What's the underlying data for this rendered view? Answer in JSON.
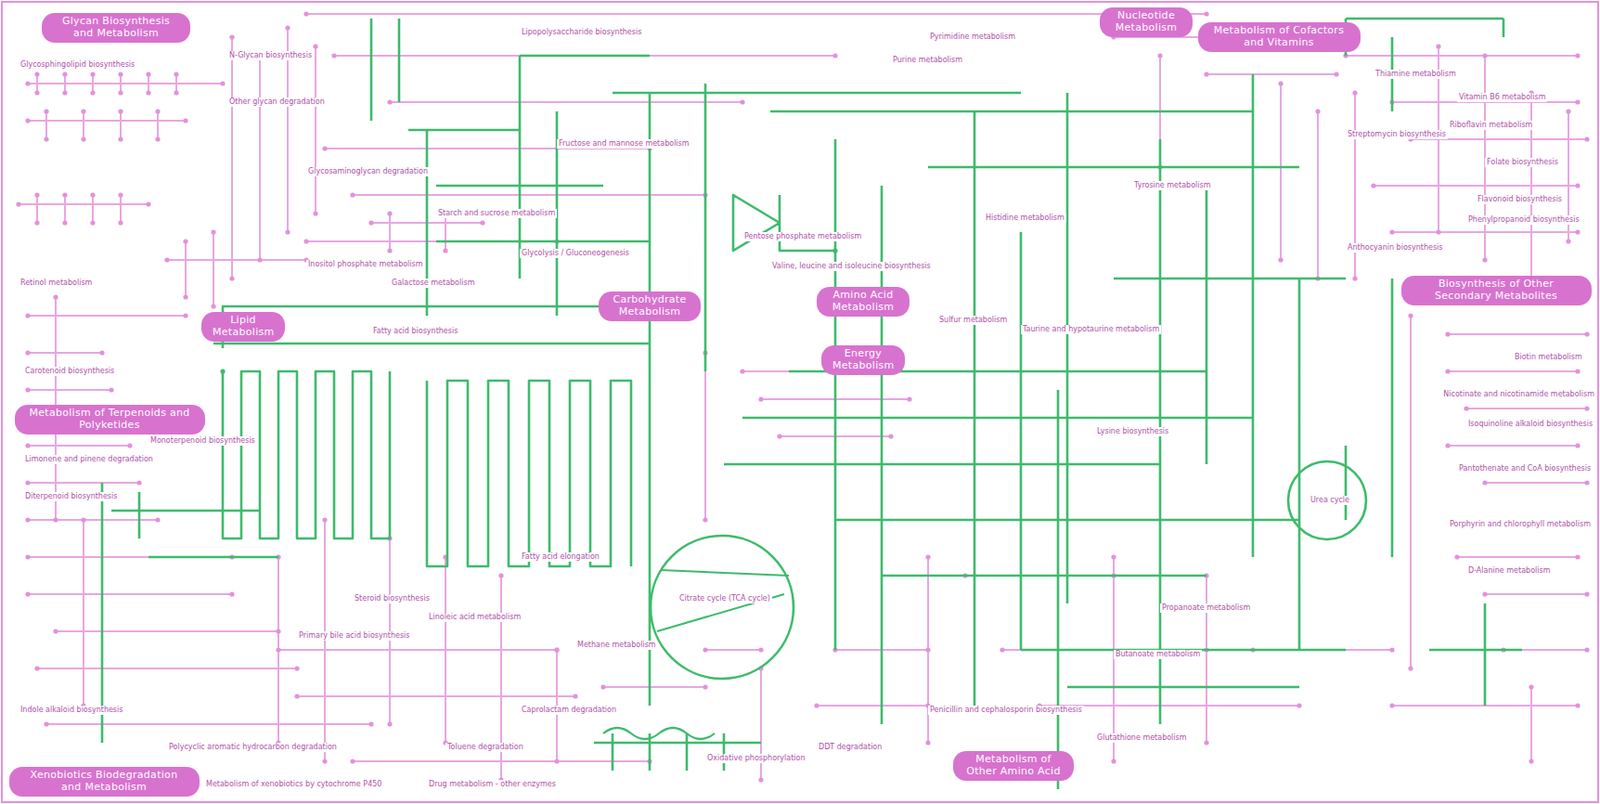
{
  "diagram": {
    "nodes": [
      {
        "text": [
          "Glycan Biosynthesis and Metabolism"
        ]
      },
      {
        "text": [
          "Nucleotide Metabolism"
        ]
      },
      {
        "text": [
          "Metabolism of Cofactors and Vitamins"
        ]
      },
      {
        "text": [
          "Carbohydrate Metabolism"
        ]
      },
      {
        "text": [
          "Amino Acid Metabolism"
        ]
      },
      {
        "text": [
          "Energy Metabolism"
        ]
      },
      {
        "text": [
          "Lipid Metabolism"
        ]
      },
      {
        "text": [
          "Metabolism of Terpenoids and Polyketides"
        ]
      },
      {
        "text": [
          "Biosynthesis of Other Secondary Metabolites"
        ]
      },
      {
        "text": [
          "Xenobiotics Biodegradation and Metabolism"
        ]
      },
      {
        "text": [
          "Metabolism of Other Amino Acid"
        ]
      }
    ],
    "labels": [
      "N-Glycan biosynthesis",
      "Other glycan degradation",
      "Glycosaminoglycan degradation",
      "Glycosphingolipid biosynthesis",
      "Lipopolysaccharide biosynthesis",
      "Glycolysis / Gluconeogenesis",
      "Pentose phosphate metabolism",
      "Starch and sucrose metabolism",
      "Inositol phosphate metabolism",
      "Fatty acid biosynthesis",
      "Fatty acid elongation",
      "Steroid biosynthesis",
      "Primary bile acid biosynthesis",
      "Linoleic acid metabolism",
      "Citrate cycle (TCA cycle)",
      "Oxidative phosphorylation",
      "Methane metabolism",
      "Sulfur metabolism",
      "Purine metabolism",
      "Pyrimidine metabolism",
      "Thiamine metabolism",
      "Riboflavin metabolism",
      "Folate biosynthesis",
      "Flavonoid biosynthesis",
      "Phenylpropanoid biosynthesis",
      "Anthocyanin biosynthesis",
      "Tyrosine metabolism",
      "Histidine metabolism",
      "Taurine and hypotaurine metabolism",
      "Valine, leucine and isoleucine biosynthesis",
      "Lysine biosynthesis",
      "Glutathione metabolism",
      "Nicotinate and nicotinamide metabolism",
      "Pantothenate and CoA biosynthesis",
      "Porphyrin and chlorophyll metabolism",
      "D-Alanine metabolism",
      "Penicillin and cephalosporin biosynthesis",
      "DDT degradation",
      "Toluene degradation",
      "Caprolactam degradation",
      "Metabolism of xenobiotics by cytochrome P450",
      "Drug metabolism - other enzymes",
      "Polycyclic aromatic hydrocarbon degradation",
      "Limonene and pinene degradation",
      "Monoterpenoid biosynthesis",
      "Diterpenoid biosynthesis",
      "Carotenoid biosynthesis",
      "Retinol metabolism",
      "Indole alkaloid biosynthesis",
      "Isoquinoline alkaloid biosynthesis",
      "Streptomycin biosynthesis",
      "Butanoate metabolism",
      "Propanoate metabolism",
      "Galactose metabolism",
      "Fructose and mannose metabolism",
      "Biotin metabolism",
      "Vitamin B6 metabolism",
      "Urea cycle"
    ]
  }
}
